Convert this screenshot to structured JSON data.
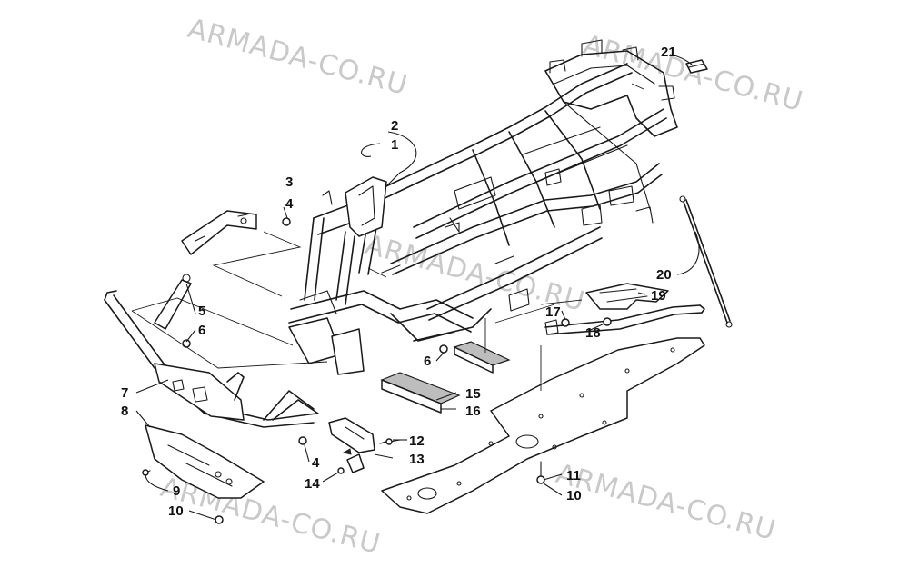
{
  "watermark": {
    "text": "ARMADA-CO.RU"
  },
  "callouts": [
    "1",
    "2",
    "3",
    "4",
    "4",
    "5",
    "6",
    "6",
    "7",
    "8",
    "9",
    "10",
    "10",
    "11",
    "12",
    "13",
    "14",
    "15",
    "16",
    "17",
    "18",
    "19",
    "20",
    "21"
  ]
}
